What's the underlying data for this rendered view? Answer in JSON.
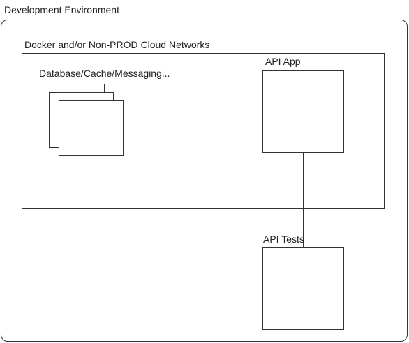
{
  "environment": {
    "title": "Development Environment"
  },
  "network": {
    "title": "Docker and/or Non-PROD Cloud Networks"
  },
  "nodes": {
    "database": {
      "title": "Database/Cache/Messaging..."
    },
    "api_app": {
      "title": "API App"
    },
    "api_tests": {
      "title": "API Tests"
    }
  },
  "colors": {
    "stroke": "#333333",
    "text": "#222222",
    "background": "#ffffff"
  }
}
